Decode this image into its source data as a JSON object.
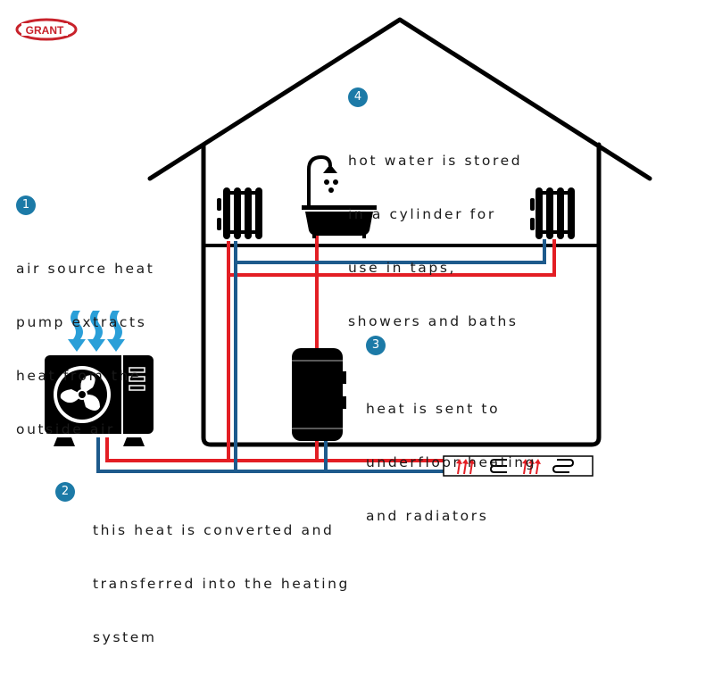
{
  "brand": {
    "logo_text": "GRANT",
    "brand_color": "#c8222b"
  },
  "colors": {
    "hot_pipe": "#e31e24",
    "cold_pipe": "#1d5a8c",
    "badge": "#1c7aa7",
    "outline": "#000000",
    "text": "#1a1a1a"
  },
  "steps": [
    {
      "number": "1",
      "lines": [
        "air source heat",
        "pump extracts",
        "heat from the",
        "outside air"
      ]
    },
    {
      "number": "2",
      "lines": [
        "this heat is converted and",
        "transferred into the heating",
        "system"
      ]
    },
    {
      "number": "3",
      "lines": [
        "heat is sent to",
        "underfloor heating",
        "and radiators"
      ]
    },
    {
      "number": "4",
      "lines": [
        "hot water is stored",
        "in a cylinder for",
        "use in taps,",
        "showers and baths"
      ]
    }
  ],
  "components": {
    "heat_pump": "air-source-heat-pump-icon",
    "cylinder": "hot-water-cylinder-icon",
    "bath": "bath-shower-icon",
    "radiator_left": "radiator-icon",
    "radiator_right": "radiator-icon",
    "underfloor": "underfloor-heating-icon"
  }
}
